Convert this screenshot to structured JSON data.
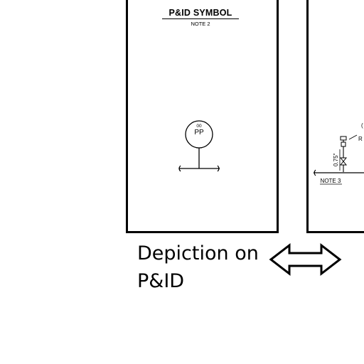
{
  "left_panel": {
    "title": "P&ID SYMBOL",
    "note": "NOTE 2",
    "instrument": {
      "top_text": "00",
      "tag": "PP"
    }
  },
  "right_panel": {
    "dimension": "0.75\"",
    "note": "NOTE 3",
    "partial_letters": [
      "(",
      "R"
    ]
  },
  "caption": {
    "line1": "Depiction on",
    "line2": "P&ID"
  }
}
